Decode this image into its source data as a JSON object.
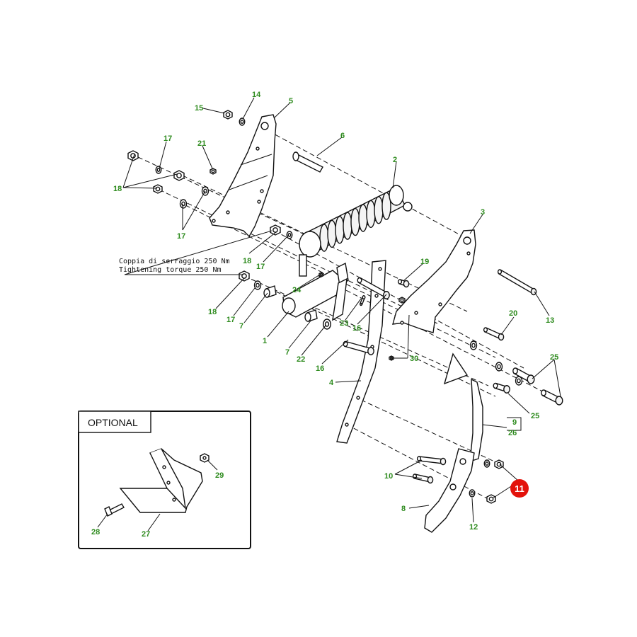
{
  "torque_note": {
    "line_it": "Coppia di serraggio 250 Nm",
    "line_en": "Tightening torque 250 Nm"
  },
  "optional_box": {
    "title": "OPTIONAL"
  },
  "highlight_badge": {
    "label": "11",
    "color": "#e3120b"
  },
  "label_color": "#2e8b1e",
  "callouts": {
    "c14": "14",
    "c15": "15",
    "c5": "5",
    "c6": "6",
    "c2": "2",
    "c3": "3",
    "c17a": "17",
    "c21": "21",
    "c18a": "18",
    "c17b": "17",
    "c18b": "18",
    "c17c": "17",
    "c19": "19",
    "c18c": "18",
    "c17d": "17",
    "c7a": "7",
    "c24": "24",
    "c1": "1",
    "c23": "23",
    "c16a": "16",
    "c7b": "7",
    "c22": "22",
    "c16b": "16",
    "c30": "30",
    "c20": "20",
    "c13": "13",
    "c25a": "25",
    "c25b": "25",
    "c4": "4",
    "c9": "9",
    "c26": "26",
    "c10": "10",
    "c8": "8",
    "c12": "12",
    "c29": "29",
    "c28": "28",
    "c27": "27"
  }
}
